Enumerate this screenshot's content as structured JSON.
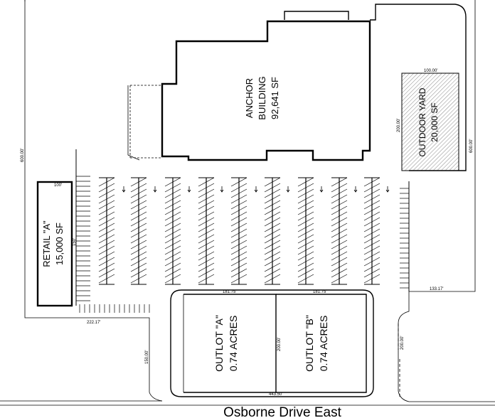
{
  "street": {
    "name": "Osborne Drive East"
  },
  "anchor": {
    "line1": "ANCHOR",
    "line2": "BUILDING",
    "line3": "92,641 SF"
  },
  "outdoor_yard": {
    "line1": "OUTDOOR YARD",
    "line2": "20,000 SF"
  },
  "retail_a": {
    "line1": "RETAIL \"A\"",
    "line2": "15,000 SF"
  },
  "outlot_a": {
    "line1": "OUTLOT \"A\"",
    "line2": "0.74 ACRES"
  },
  "outlot_b": {
    "line1": "OUTLOT \"B\"",
    "line2": "0.74 ACRES"
  },
  "dimensions": {
    "yard_top": "100.00'",
    "yard_side": "200.00'",
    "site_east": "600.00'",
    "site_west": "600.00'",
    "retail_top": "100'",
    "retail_side": "150'",
    "outlot_a_top": "181.75'",
    "outlot_b_top": "181.75'",
    "outlot_mid": "200.00'",
    "outlot_right": "200.00'",
    "outlot_bottom": "443.50'",
    "sw_lower": "222.17'",
    "sw_vertical": "150.00'",
    "se_lower": "133.17'"
  }
}
